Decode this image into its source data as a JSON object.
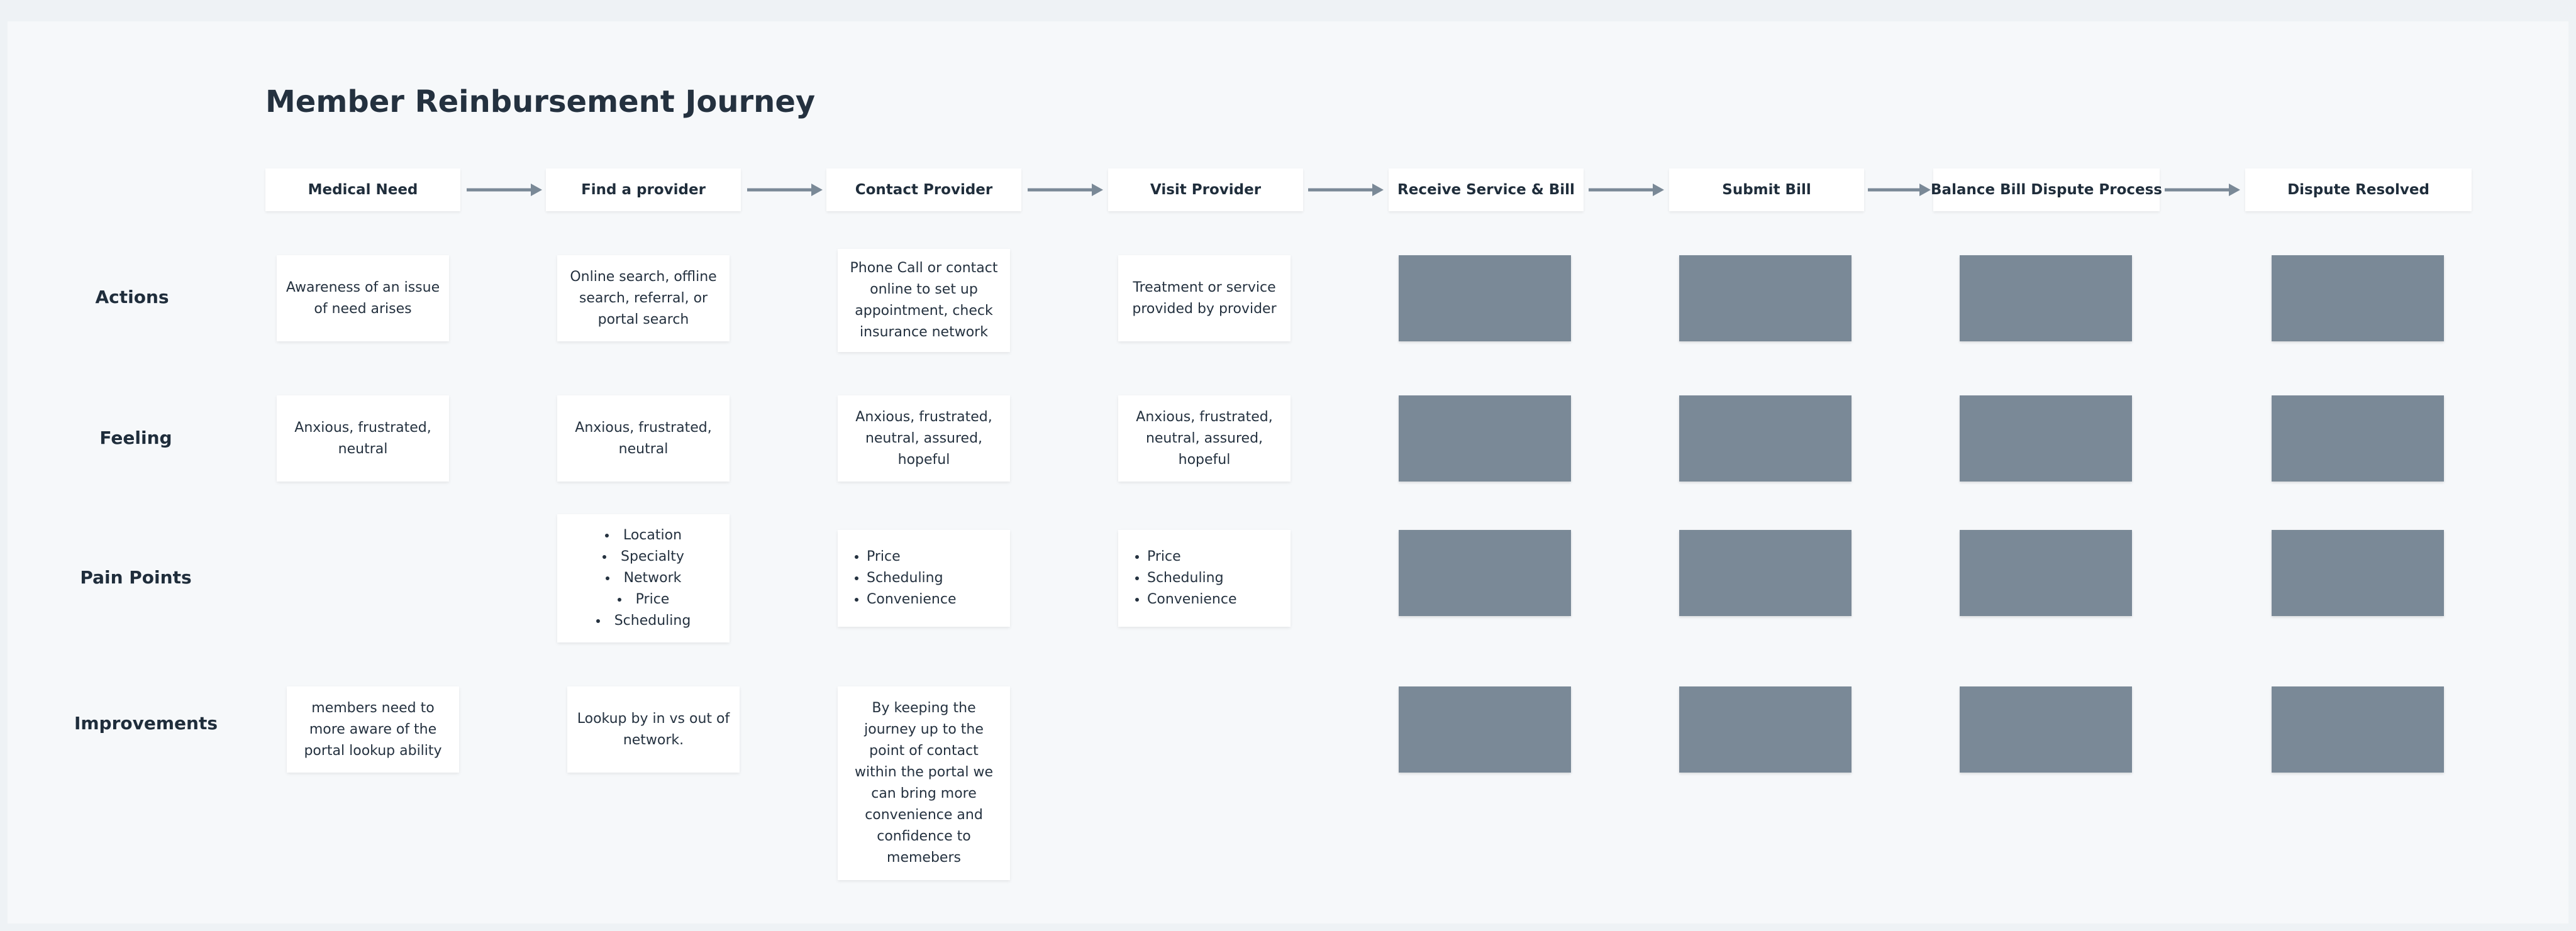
{
  "title": "Member Reinbursement Journey",
  "stages": [
    "Medical Need",
    "Find a provider",
    "Contact Provider",
    "Visit Provider",
    "Receive Service & Bill",
    "Submit Bill",
    "Balance Bill Dispute Process",
    "Dispute Resolved"
  ],
  "rows": [
    "Actions",
    "Feeling",
    "Pain Points",
    "Improvements"
  ],
  "actions": [
    "Awareness of an issue of need arises",
    "Online search, offline search, referral, or portal search",
    "Phone Call or contact online to set up appointment, check insurance network",
    "Treatment or service provided by provider"
  ],
  "feelings": [
    "Anxious, frustrated, neutral",
    "Anxious, frustrated, neutral",
    "Anxious, frustrated, neutral, assured, hopeful",
    "Anxious, frustrated, neutral, assured, hopeful"
  ],
  "pain_points": {
    "find_provider": [
      "Location",
      "Specialty",
      "Network",
      "Price",
      "Scheduling"
    ],
    "contact_provider": [
      "Price",
      "Scheduling",
      "Convenience"
    ],
    "visit_provider": [
      "Price",
      "Scheduling",
      "Convenience"
    ]
  },
  "improvements": [
    "members need to more aware of the portal lookup ability",
    "Lookup by in vs out of network.",
    "By keeping the journey up to the point of contact within the portal we can bring more convenience and confidence to memebers"
  ],
  "colors": {
    "placeholder": "#7a8997",
    "arrow": "#7a8997",
    "background": "#f6f8fa"
  }
}
